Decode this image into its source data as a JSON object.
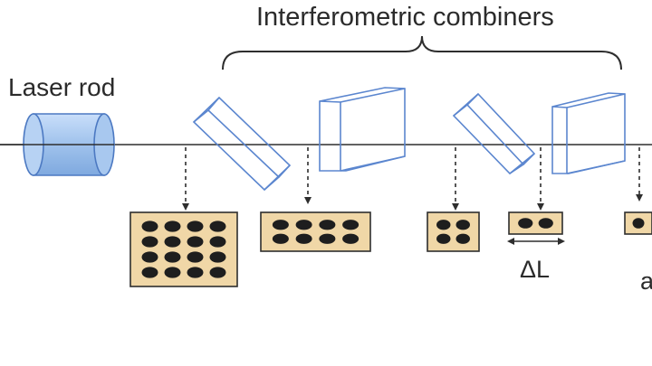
{
  "labels": {
    "title": "Interferometric combiners",
    "laser": "Laser rod",
    "delta": "ΔL",
    "cut": "a"
  },
  "colors": {
    "crystal_stroke": "#5b86cf",
    "laser_fill": "#9fc2ec",
    "laser_stroke": "#4c79c2",
    "pattern_fill": "#f0d7a7",
    "spot_fill": "#1e1e1e",
    "line": "#2e2e2e",
    "background": "#ffffff"
  },
  "patterns": [
    {
      "rows": 4,
      "cols": 4
    },
    {
      "rows": 2,
      "cols": 4
    },
    {
      "rows": 2,
      "cols": 2
    },
    {
      "rows": 1,
      "cols": 2
    },
    {
      "rows": 1,
      "cols": 1
    }
  ]
}
